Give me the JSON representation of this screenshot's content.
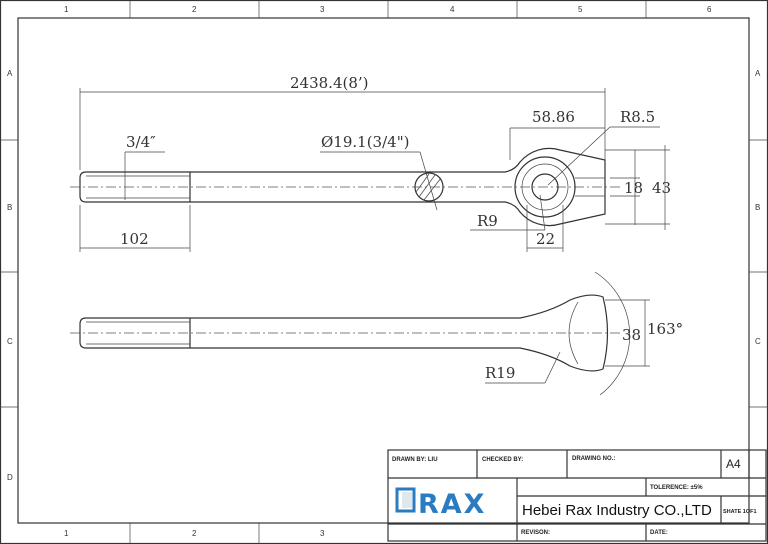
{
  "grid": {
    "columns": [
      "1",
      "2",
      "3",
      "4",
      "5",
      "6"
    ],
    "rows": [
      "A",
      "B",
      "C",
      "D"
    ]
  },
  "dimensions": {
    "overall_length": "2438.4(8’)",
    "thread_size": "3/4″",
    "rod_diameter": "Ø19.1(3/4\")",
    "thread_length": "102",
    "eye_offset": "58.86",
    "hole_radius": "R8.5",
    "eye_radius": "R9",
    "eye_width": "22",
    "slot_width": "18",
    "head_width": "43",
    "bend_radius": "R19",
    "spoon_width": "38",
    "spoon_angle": "163°"
  },
  "title_block": {
    "drawn_by": "DRAWN BY:   LIU",
    "checked_by": "CHECKED BY:",
    "drawing_no": "DRAWING NO.:",
    "paper_size": "A4",
    "tolerance": "TOLERENCE:   ±5%",
    "logo_text": "RAX",
    "logo_color": "#2a7bc0",
    "company": "Hebei Rax Industry CO.,LTD",
    "sheet": "SHATE 1OF1",
    "revision": "REVISON:",
    "date": "DATE:"
  }
}
